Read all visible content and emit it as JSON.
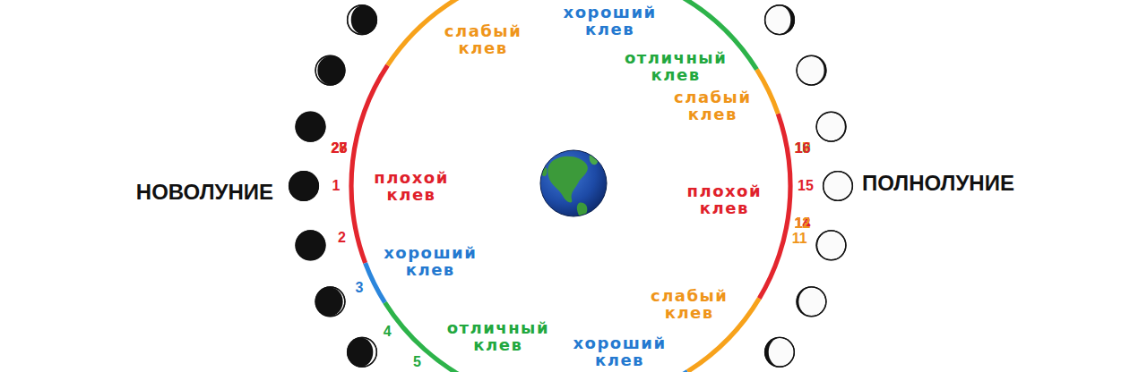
{
  "diagram": {
    "labels": [
      "хороший клев",
      "25",
      "19",
      "слабый клев",
      "отличный клев",
      "26",
      "18",
      "27",
      "17",
      "слабый клев",
      "28",
      "16",
      "плохой клев",
      "НОВОЛУНИЕ",
      "1",
      "15",
      "ПОЛНОЛУНИЕ",
      "плохой клев",
      "14",
      "2",
      "хороший клев",
      "3",
      "13",
      "слабый клев",
      "12",
      "4",
      "отличный клев",
      "хороший клев",
      "11",
      "5"
    ]
  }
}
